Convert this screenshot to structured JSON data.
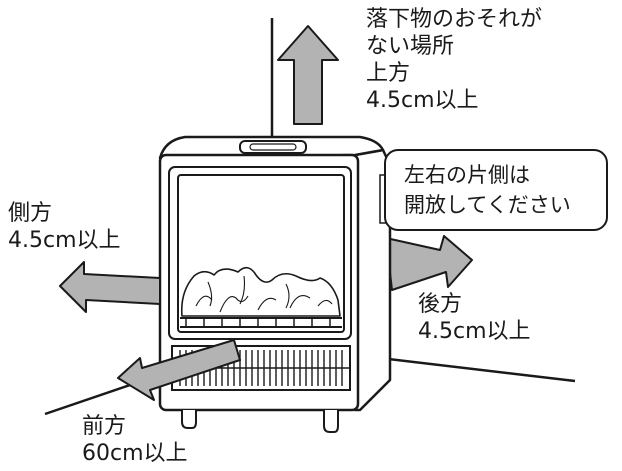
{
  "labels": {
    "top": {
      "line1": "落下物のおそれが",
      "line2": "ない場所",
      "direction": "上方",
      "distance": "4.5cm以上"
    },
    "side": {
      "direction": "側方",
      "distance": "4.5cm以上"
    },
    "back": {
      "direction": "後方",
      "distance": "4.5cm以上"
    },
    "front": {
      "direction": "前方",
      "distance": "60cm以上"
    },
    "note": {
      "line1": "左右の片側は",
      "line2": "開放してください"
    }
  },
  "colors": {
    "line": "#1a1a1a",
    "arrow_fill": "#b3b3b3",
    "heater_fill": "#ffffff"
  },
  "icons": [
    "arrow-up-icon",
    "arrow-left-icon",
    "arrow-right-back-icon",
    "arrow-front-icon",
    "heater-illustration"
  ]
}
